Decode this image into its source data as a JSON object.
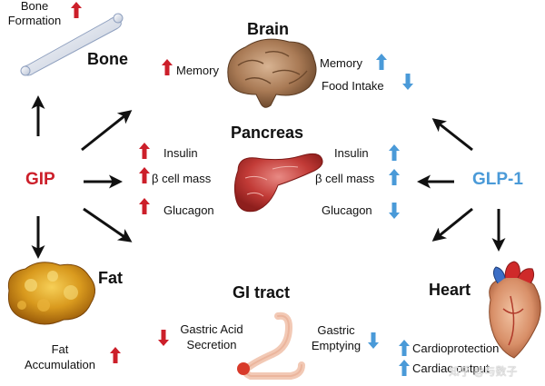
{
  "hormones": {
    "gip": "GIP",
    "glp1": "GLP-1"
  },
  "organs": {
    "bone": "Bone",
    "brain": "Brain",
    "pancreas": "Pancreas",
    "fat": "Fat",
    "gi": "GI tract",
    "heart": "Heart"
  },
  "effects": {
    "bone_formation_1": "Bone",
    "bone_formation_2": "Formation",
    "gip_memory": "Memory",
    "glp1_memory": "Memory",
    "food_intake": "Food Intake",
    "gip_insulin": "Insulin",
    "gip_beta": "β cell mass",
    "gip_glucagon": "Glucagon",
    "glp1_insulin": "Insulin",
    "glp1_beta": "β cell mass",
    "glp1_glucagon": "Glucagon",
    "fat_acc_1": "Fat",
    "fat_acc_2": "Accumulation",
    "gastric_acid_1": "Gastric Acid",
    "gastric_acid_2": "Secretion",
    "gastric_emp_1": "Gastric",
    "gastric_emp_2": "Emptying",
    "cardioprotection": "Cardioprotection",
    "cardiac_output": "Cardiac output"
  },
  "watermark": "知乎 @与数子",
  "colors": {
    "gip": "#cc1f2a",
    "glp1": "#4a9ad8",
    "up_red": "#cc1f2a",
    "down_red": "#cc1f2a",
    "up_blue": "#4a9ad8",
    "down_blue": "#4a9ad8"
  }
}
